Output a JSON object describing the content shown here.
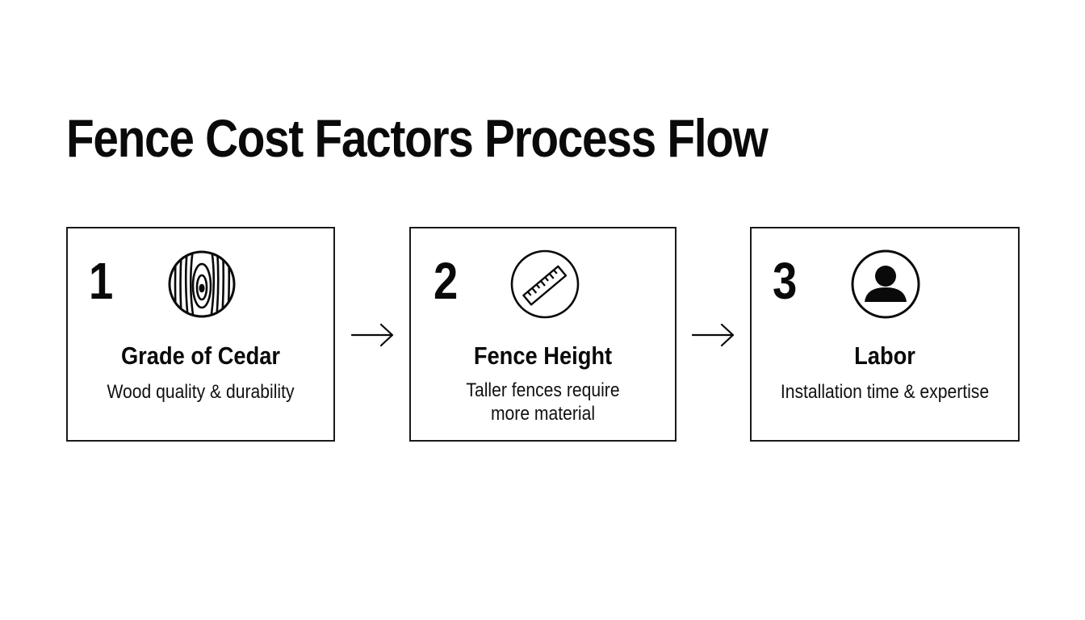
{
  "title": "Fence Cost Factors Process Flow",
  "steps": [
    {
      "number": "1",
      "icon": "wood-grain-icon",
      "title": "Grade of Cedar",
      "description": "Wood quality & durability"
    },
    {
      "number": "2",
      "icon": "ruler-icon",
      "title": "Fence Height",
      "description": "Taller fences require more material"
    },
    {
      "number": "3",
      "icon": "person-icon",
      "title": "Labor",
      "description": "Installation time & expertise"
    }
  ],
  "connectors": [
    "arrow-right-icon",
    "arrow-right-icon"
  ],
  "colors": {
    "background": "#ffffff",
    "ink": "#0a0a0a",
    "border": "#1a1a1a"
  }
}
